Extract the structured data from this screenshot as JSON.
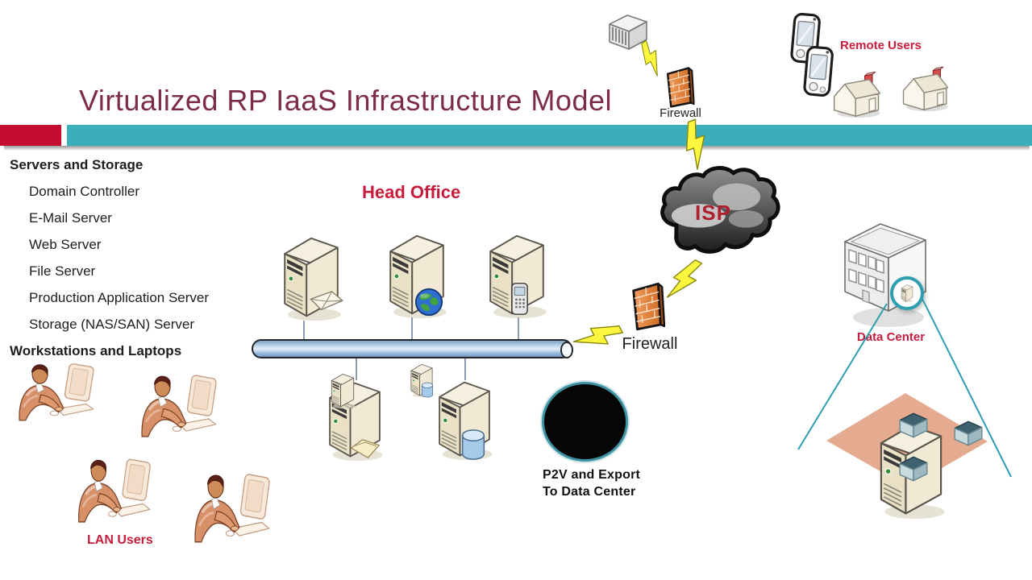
{
  "title": "Virtualized RP IaaS Infrastructure Model",
  "left_panel": {
    "heading_servers": "Servers and Storage",
    "server_items": [
      "Domain Controller",
      "E-Mail Server",
      "Web Server",
      "File Server",
      "Production Application Server",
      "Storage (NAS/SAN) Server"
    ],
    "heading_workstations": "Workstations and Laptops"
  },
  "head_office": {
    "label": "Head Office"
  },
  "network": {
    "firewall_top_label": "Firewall",
    "firewall_mid_label": "Firewall",
    "isp_label": "ISP"
  },
  "remote_users": {
    "label": "Remote Users"
  },
  "data_center": {
    "label": "Data Center"
  },
  "p2v_note": {
    "line1": "P2V and Export",
    "line2": "To Data Center"
  },
  "lan_users": {
    "label": "LAN Users"
  },
  "colors": {
    "title_maroon": "#7D2B4B",
    "accent_red": "#C81C3C",
    "band_teal": "#3CAEBA",
    "band_red": "#C60D2F",
    "cone_teal": "#2E9FB0",
    "plane_peach": "#E3A68A"
  }
}
